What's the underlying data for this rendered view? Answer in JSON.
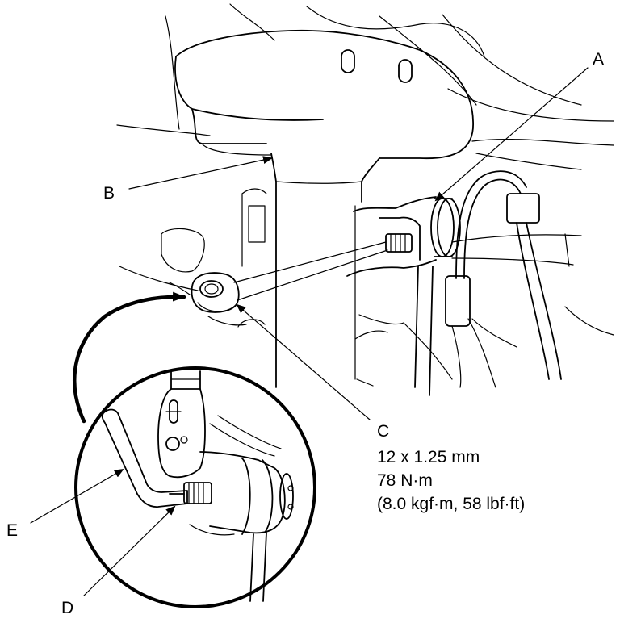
{
  "callouts": {
    "a": "A",
    "b": "B",
    "c": "C",
    "d": "D",
    "e": "E"
  },
  "spec": {
    "thread": "12 x 1.25 mm",
    "torque_nm": "78 N·m",
    "torque_alt": "(8.0 kgf·m, 58 lbf·ft)"
  },
  "icons": {
    "arrowheads": "filled-triangle",
    "detail_view": "magnified-circle"
  }
}
